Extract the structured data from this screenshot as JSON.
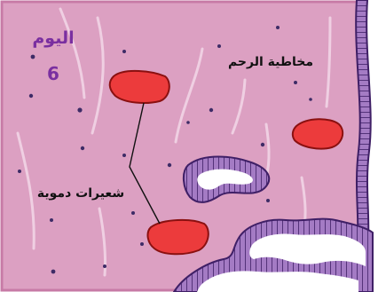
{
  "labels": {
    "day_title": "اليوم",
    "day_number": "6",
    "endometrium": "مخاطية الرحم",
    "capillaries": "شعيرات دموية"
  },
  "colors": {
    "tissue": "#dca0c2",
    "tissue_border": "#c77aa6",
    "capillary_fill": "#ec3b3c",
    "capillary_stroke": "#8a1010",
    "epithelium_fill": "#a47bc4",
    "epithelium_stroke": "#3f1f66",
    "day_text": "#7a2fa0",
    "text": "#111111"
  }
}
